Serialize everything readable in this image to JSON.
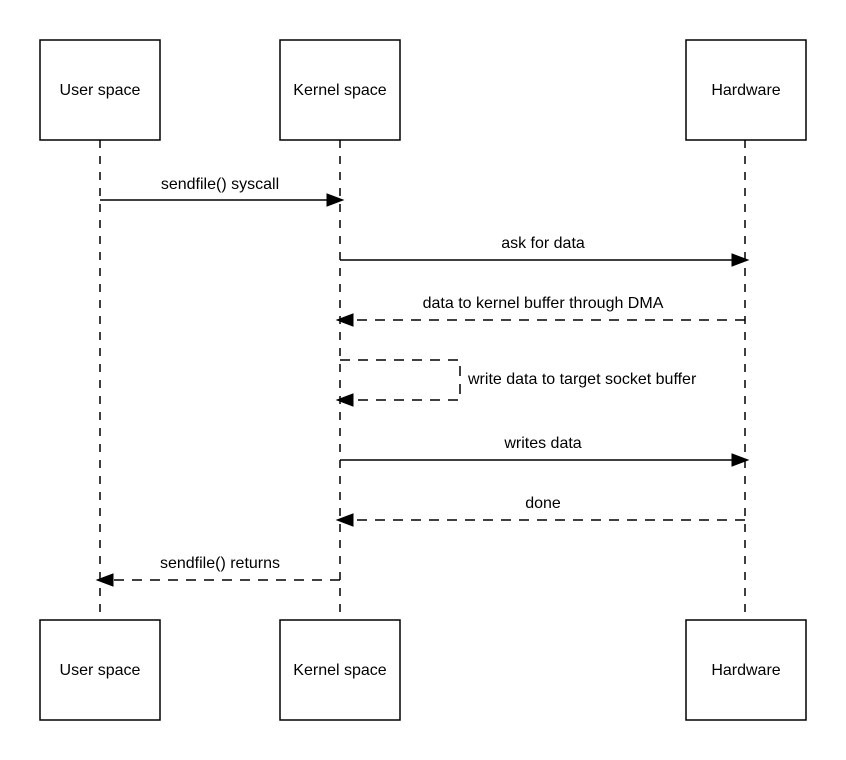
{
  "participants": {
    "user": "User space",
    "kernel": "Kernel space",
    "hardware": "Hardware"
  },
  "messages": [
    {
      "from": "user",
      "to": "kernel",
      "style": "solid",
      "label": "sendfile() syscall"
    },
    {
      "from": "kernel",
      "to": "hardware",
      "style": "solid",
      "label": "ask for data"
    },
    {
      "from": "hardware",
      "to": "kernel",
      "style": "dashed",
      "label": "data to kernel buffer through DMA"
    },
    {
      "from": "kernel",
      "to": "kernel",
      "style": "dashed",
      "label": "write data to target socket buffer"
    },
    {
      "from": "kernel",
      "to": "hardware",
      "style": "solid",
      "label": "writes data"
    },
    {
      "from": "hardware",
      "to": "kernel",
      "style": "dashed",
      "label": "done"
    },
    {
      "from": "kernel",
      "to": "user",
      "style": "dashed",
      "label": "sendfile() returns"
    }
  ]
}
